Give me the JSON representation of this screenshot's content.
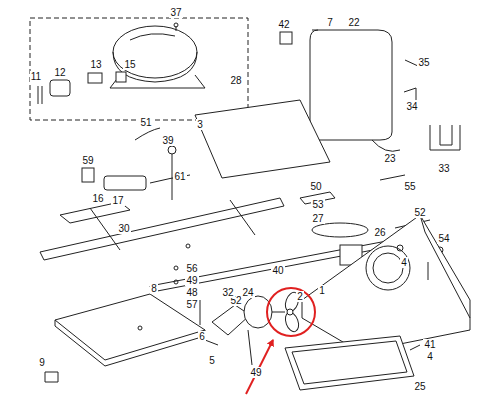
{
  "diagram": {
    "labels": [
      "37",
      "28",
      "42",
      "7",
      "22",
      "35",
      "34",
      "11",
      "12",
      "13",
      "15",
      "51",
      "39",
      "3",
      "23",
      "33",
      "55",
      "59",
      "16",
      "17",
      "61",
      "50",
      "53",
      "27",
      "52",
      "54",
      "30",
      "26",
      "4",
      "56",
      "49",
      "48",
      "57",
      "40",
      "8",
      "52",
      "1",
      "2",
      "32",
      "24",
      "6",
      "5",
      "49",
      "9",
      "41",
      "4",
      "25"
    ]
  }
}
